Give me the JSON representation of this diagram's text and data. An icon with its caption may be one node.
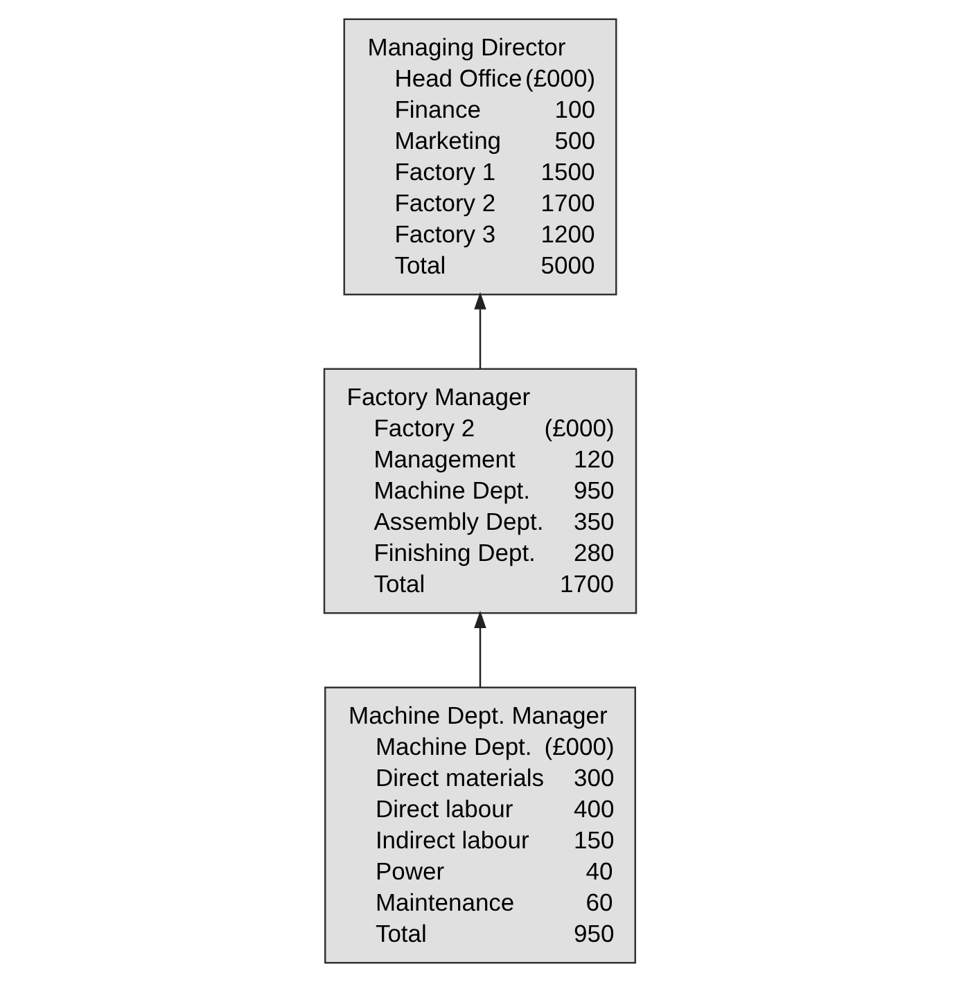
{
  "diagram": {
    "nodes": [
      {
        "text": [
          "Managing Director",
          "Head Office",
          "(£000)",
          "Finance",
          "100",
          "Marketing",
          "500",
          "Factory 1",
          "1500",
          "Factory 2",
          "1700",
          "Factory 3",
          "1200",
          "Total",
          "5000"
        ]
      },
      {
        "text": [
          "Factory Manager",
          "Factory 2",
          "(£000)",
          "Management",
          "120",
          "Machine Dept.",
          "950",
          "Assembly Dept.",
          "350",
          "Finishing Dept.",
          "280",
          "Total",
          "1700"
        ]
      },
      {
        "text": [
          "Machine Dept. Manager",
          "Machine Dept.",
          "(£000)",
          "Direct materials",
          "300",
          "Direct labour",
          "400",
          "Indirect labour",
          "150",
          "Power",
          "40",
          "Maintenance",
          "60",
          "Total",
          "950"
        ]
      }
    ],
    "edges": [
      {
        "from": 2,
        "to": 1,
        "arrow": "to"
      },
      {
        "from": 1,
        "to": 0,
        "arrow": "to"
      }
    ]
  }
}
